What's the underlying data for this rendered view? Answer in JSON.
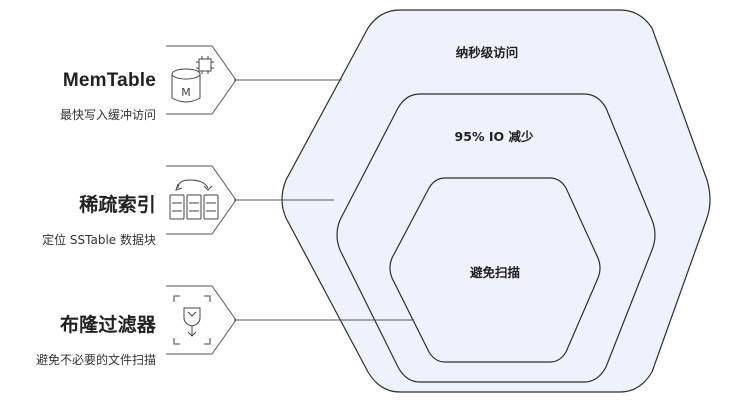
{
  "left_items": [
    {
      "title": "MemTable",
      "subtitle": "最快写入缓冲访问",
      "icon": "database-chip-icon"
    },
    {
      "title": "稀疏索引",
      "subtitle": "定位 SSTable 数据块",
      "icon": "index-blocks-icon"
    },
    {
      "title": "布隆过滤器",
      "subtitle": "避免不必要的文件扫描",
      "icon": "filter-funnel-icon"
    }
  ],
  "layers": [
    {
      "label": "纳秒级访问"
    },
    {
      "label": "95% IO 减少"
    },
    {
      "label": "避免扫描"
    }
  ],
  "icon_glyphs": {
    "database_letter": "M"
  },
  "colors": {
    "hex_fill": "#eef2fd",
    "stroke": "#2e2e2e",
    "text": "#222222"
  }
}
